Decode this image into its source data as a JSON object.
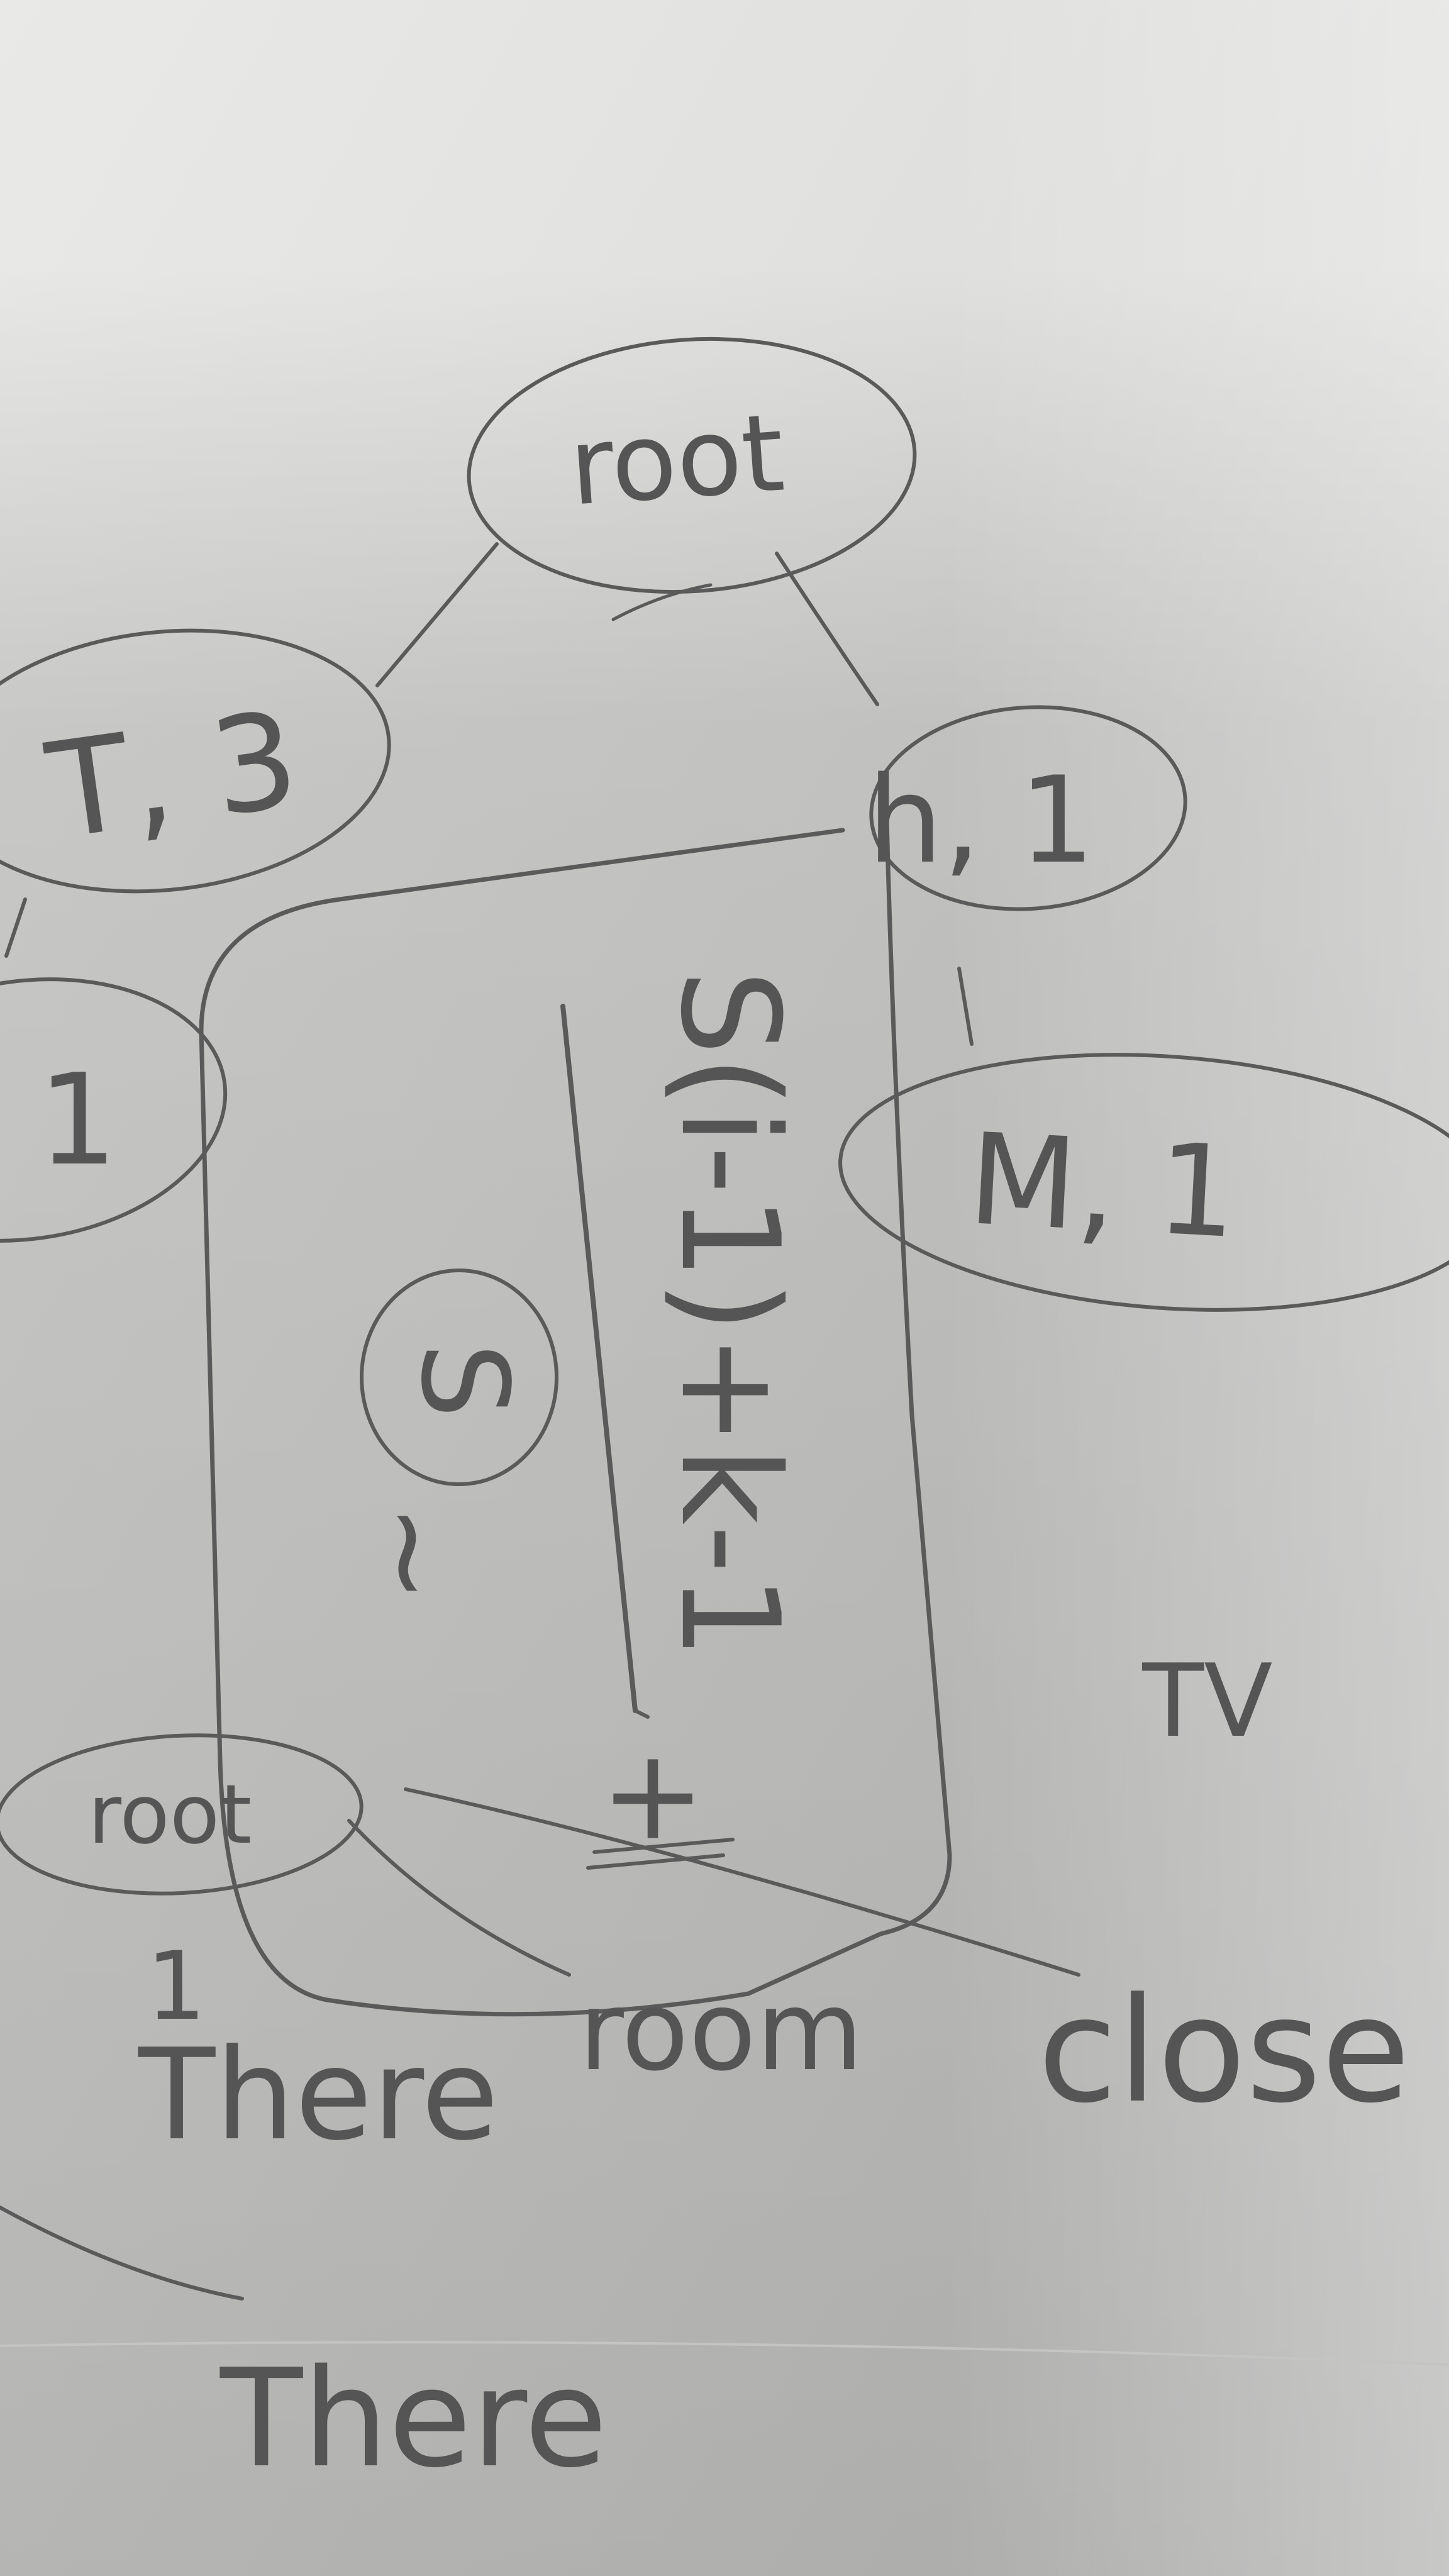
{
  "paper": {
    "colors": {
      "paper": "#e3e3e1",
      "shadow": "#b9b9b7",
      "ink": "#5a5a5a"
    }
  },
  "nodes": {
    "root_top": "root",
    "t3": "T, 3",
    "n1": "h, 1",
    "m1": "M, 1",
    "partial_left": ", 1",
    "root_bottom": "root",
    "circled_s": "S"
  },
  "annotations": {
    "formula": "S(i-1)+k-1",
    "plus": "+",
    "approx": "~",
    "tv": "TV"
  },
  "words": {
    "there_1": "There",
    "room": "room",
    "close": "close",
    "there_2": "There",
    "one": "1"
  }
}
